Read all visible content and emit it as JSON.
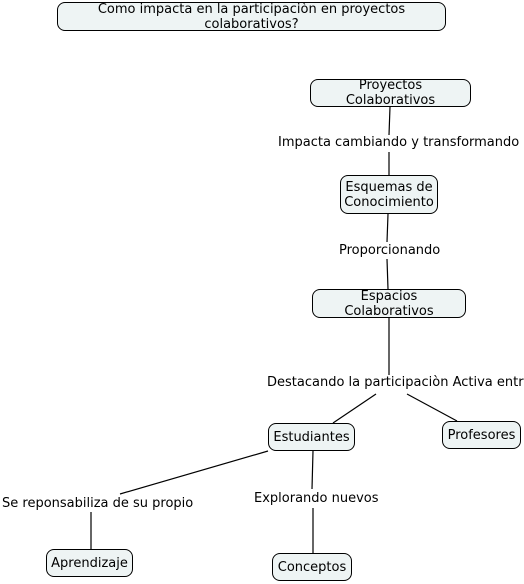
{
  "title": "Como impacta en la participaciòn en proyectos colaborativos?",
  "nodes": {
    "proyectos": "Proyectos Colaborativos",
    "esquemas_line1": "Esquemas de",
    "esquemas_line2": "Conocimiento",
    "espacios": "Espacios Colaborativos",
    "estudiantes": "Estudiantes",
    "profesores": "Profesores",
    "aprendizaje": "Aprendizaje",
    "conceptos": "Conceptos"
  },
  "links": {
    "impacta": "Impacta cambiando y transformando",
    "proporcionando": "Proporcionando",
    "destacando": "Destacando la participaciòn Activa entre",
    "responsabiliza": "Se reponsabiliza de su propio",
    "explorando": "Explorando nuevos"
  },
  "colors": {
    "node_fill": "#eef4f4",
    "border": "#000000",
    "line": "#000000"
  }
}
